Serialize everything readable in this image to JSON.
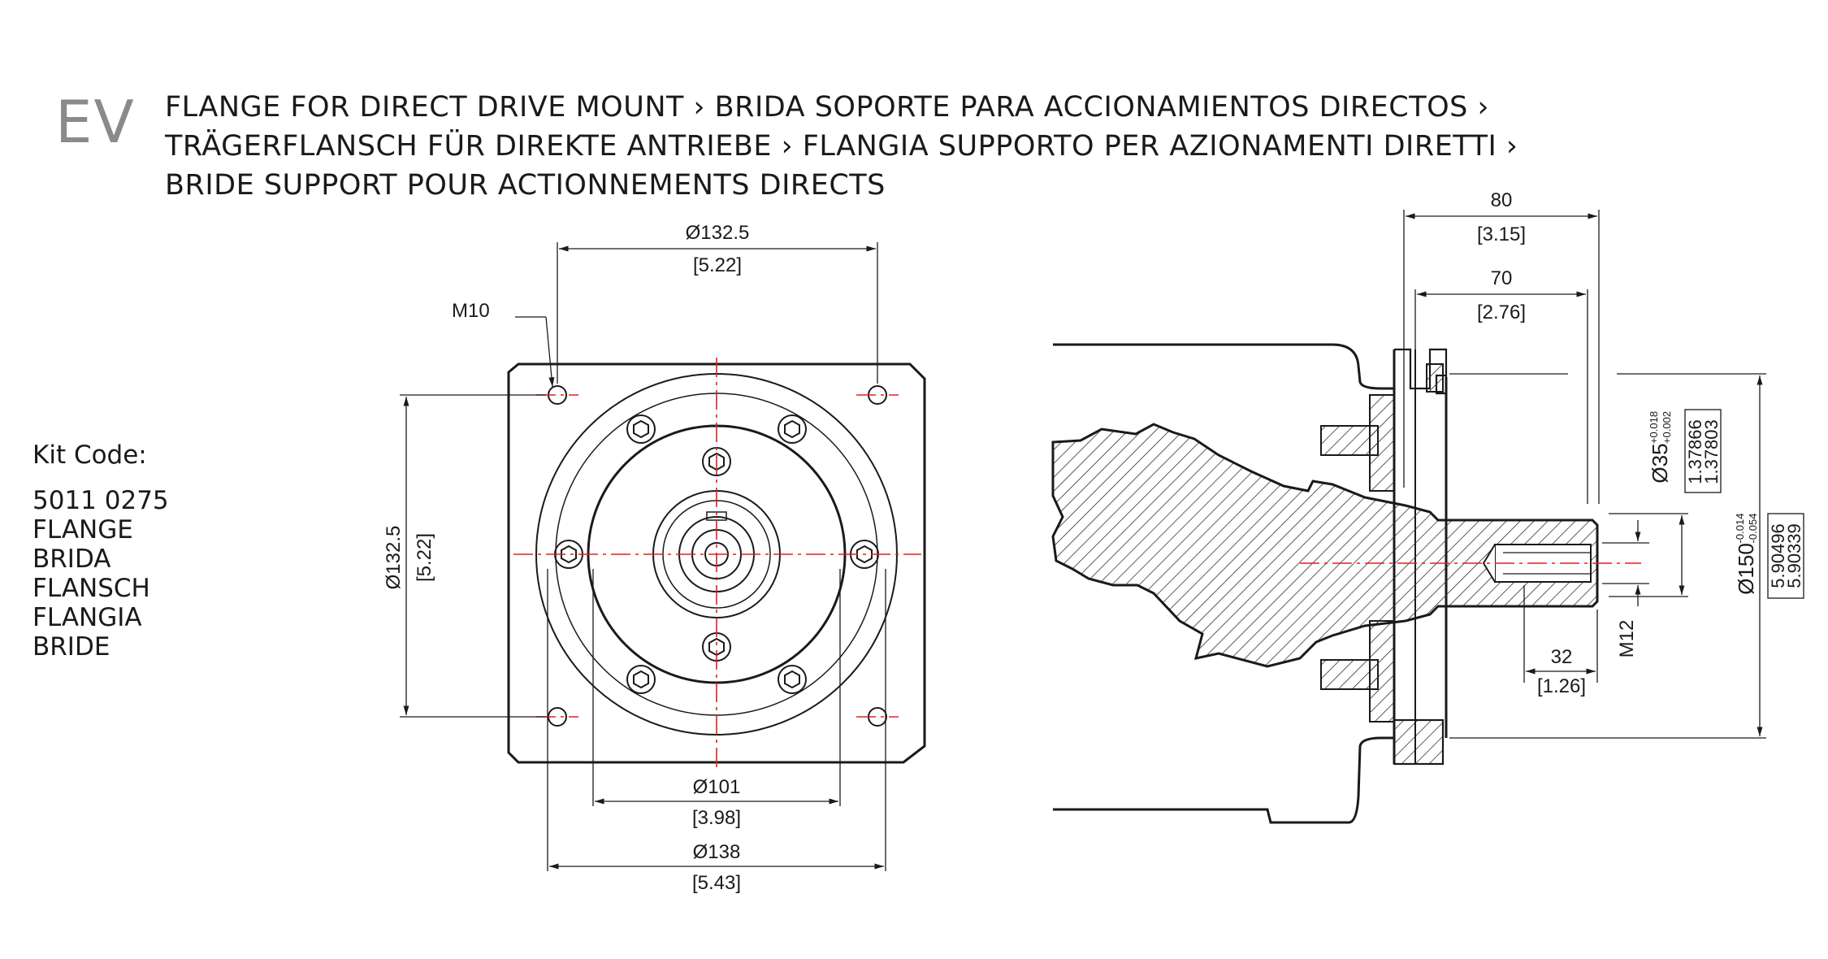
{
  "header": {
    "code": "EV",
    "title_lines": [
      "FLANGE FOR DIRECT DRIVE MOUNT › BRIDA SOPORTE PARA ACCIONAMIENTOS DIRECTOS ›",
      "TRÄGERFLANSCH FÜR DIREKTE ANTRIEBE › FLANGIA SUPPORTO PER AZIONAMENTI DIRETTI ›",
      "BRIDE SUPPORT POUR ACTIONNEMENTS DIRECTS"
    ]
  },
  "kit": {
    "label": "Kit Code:",
    "lines": [
      "5011 0275",
      "FLANGE",
      "BRIDA",
      "FLANSCH",
      "FLANGIA",
      "BRIDE"
    ]
  },
  "front_view": {
    "top_dim": {
      "mm": "Ø132.5",
      "in": "[5.22]"
    },
    "left_dim": {
      "mm": "Ø132.5",
      "in": "[5.22]"
    },
    "thread": "M10",
    "bottom_dim_inner": {
      "mm": "Ø101",
      "in": "[3.98]"
    },
    "bottom_dim_outer": {
      "mm": "Ø138",
      "in": "[5.43]"
    }
  },
  "side_view": {
    "length_total": {
      "mm": "80",
      "in": "[3.15]"
    },
    "length_inner": {
      "mm": "70",
      "in": "[2.76]"
    },
    "shaft_dia": {
      "mm": "Ø35",
      "tol_upper": "+0.018",
      "tol_lower": "+0.002",
      "in_1": "1.37866",
      "in_2": "1.37803"
    },
    "pilot_dia": {
      "mm": "Ø150",
      "tol_upper": "-0.014",
      "tol_lower": "-0.054",
      "in_1": "5.90496",
      "in_2": "5.90339"
    },
    "thread": "M12",
    "thread_depth": {
      "mm": "32",
      "in": "[1.26]"
    }
  },
  "colors": {
    "line": "#1a1a1a",
    "center": "#e0201e",
    "hatch": "#333333"
  }
}
